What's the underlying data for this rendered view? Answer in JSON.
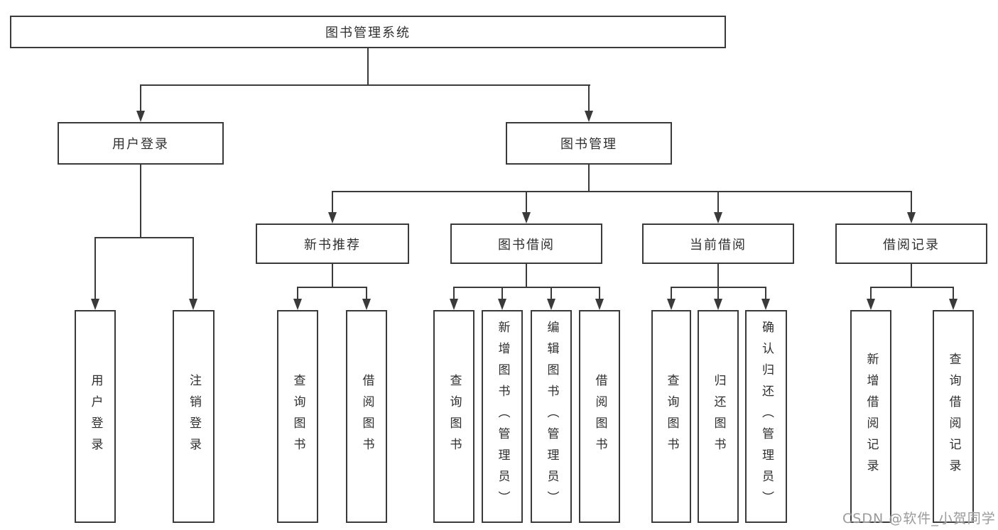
{
  "tree": {
    "root": {
      "label": "图书管理系统"
    },
    "children": [
      {
        "label": "用户登录",
        "children": [
          {
            "label": "用户登录"
          },
          {
            "label": "注销登录"
          }
        ]
      },
      {
        "label": "图书管理",
        "children": [
          {
            "label": "新书推荐",
            "children": [
              {
                "label": "查询图书"
              },
              {
                "label": "借阅图书"
              }
            ]
          },
          {
            "label": "图书借阅",
            "children": [
              {
                "label": "查询图书"
              },
              {
                "label": "新增图书（管理员）"
              },
              {
                "label": "编辑图书（管理员）"
              },
              {
                "label": "借阅图书"
              }
            ]
          },
          {
            "label": "当前借阅",
            "children": [
              {
                "label": "查询图书"
              },
              {
                "label": "归还图书"
              },
              {
                "label": "确认归还（管理员）"
              }
            ]
          },
          {
            "label": "借阅记录",
            "children": [
              {
                "label": "新增借阅记录"
              },
              {
                "label": "查询借阅记录"
              }
            ]
          }
        ]
      }
    ]
  },
  "watermark": {
    "text": "CSDN @软件_小贺同学"
  },
  "colors": {
    "line": "#3a3a3a",
    "box_border": "#3a3a3a",
    "text": "#2f2f2f",
    "watermark": "#9a9a9a",
    "background": "#ffffff"
  }
}
